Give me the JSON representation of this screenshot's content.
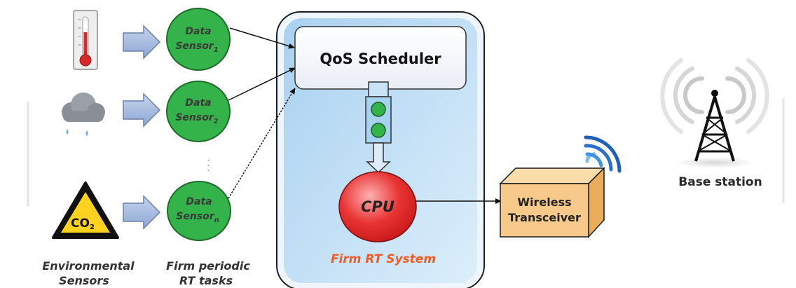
{
  "sensors": [
    {
      "line1": "Data",
      "line2": "Sensor",
      "sub": "1"
    },
    {
      "line1": "Data",
      "line2": "Sensor",
      "sub": "2"
    },
    {
      "line1": "Data",
      "line2": "Sensor",
      "sub": "n"
    }
  ],
  "ellipsis_dots": "· · ·",
  "scheduler": {
    "label": "QoS Scheduler"
  },
  "cpu": {
    "label": "CPU"
  },
  "system": {
    "label": "Firm RT System"
  },
  "transceiver": {
    "line1": "Wireless",
    "line2": "Transceiver"
  },
  "base_station": {
    "label": "Base station"
  },
  "captions": {
    "env_line1": "Environmental",
    "env_line2": "Sensors",
    "tasks_line1": "Firm periodic",
    "tasks_line2": "RT tasks"
  },
  "icons": {
    "temperature": "thermometer-icon",
    "weather": "rain-cloud-icon",
    "gas": "co2-warning-icon",
    "co2_text": "CO",
    "co2_sub": "2",
    "wireless": "wifi-signal-icon",
    "tower": "radio-tower-icon"
  },
  "colors": {
    "sensor_fill": "#34b34a",
    "system_fill": "#bcdcf3",
    "cpu_fill": "#e83333",
    "box_fill": "#f7c98a",
    "arrow_fill": "#a8bde0",
    "rt_label": "#f25a1f"
  }
}
